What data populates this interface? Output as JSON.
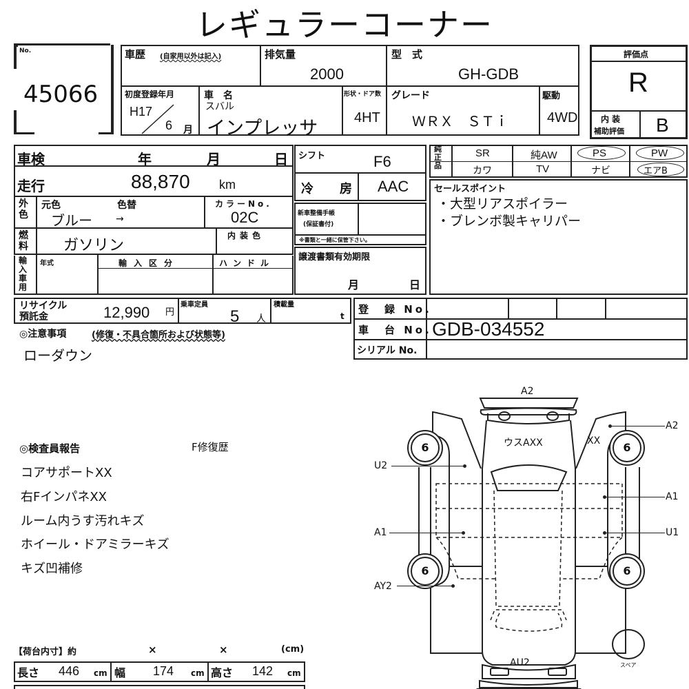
{
  "title": "レギュラーコーナー",
  "lot": {
    "label": "No.",
    "number": "45066"
  },
  "vehicle_history": {
    "label": "車歴",
    "note": "(自家用以外は記入)",
    "value": ""
  },
  "displacement": {
    "label": "排気量",
    "value": "2000"
  },
  "model_code": {
    "label": "型　式",
    "value": "GH-GDB"
  },
  "first_registration": {
    "label": "初度登録年月",
    "year": "H17",
    "month": "6",
    "month_unit": "月"
  },
  "car_name": {
    "label": "車　名",
    "maker": "スバル",
    "value": "インプレッサ"
  },
  "body_doors": {
    "label": "形状・ドア数",
    "value": "4HT"
  },
  "grade": {
    "label": "グレード",
    "value": "ＷＲＸ　ＳＴｉ"
  },
  "drive": {
    "label": "駆動",
    "value": "4WD"
  },
  "score": {
    "label": "評価点",
    "value": "R",
    "interior_label_1": "内 装",
    "interior_label_2": "補助評価",
    "interior_value": "B"
  },
  "inspection": {
    "label": "車検",
    "year_unit": "年",
    "month_unit": "月",
    "day_unit": "日"
  },
  "mileage": {
    "label": "走行",
    "value": "88,870",
    "unit": "km"
  },
  "exterior_color": {
    "side_label": "外色",
    "original_label": "元色",
    "changed_label": "色替",
    "original": "ブルー",
    "arrow": "→",
    "color_no_label": "カラーNo.",
    "color_no": "02C"
  },
  "fuel": {
    "side_label": "燃料",
    "value": "ガソリン",
    "interior_color_label": "内装色",
    "interior_color": ""
  },
  "import": {
    "side_label": "輸入車用",
    "year_label": "年式",
    "category_label": "輸入区分",
    "handle_label": "ハンドル"
  },
  "shift": {
    "label": "シフト",
    "value": "F6"
  },
  "aircon": {
    "label": "冷　房",
    "value": "AAC"
  },
  "service_book": {
    "label_1": "新車整備手帳",
    "label_2": "(保証書付)",
    "note": "※書類と一緒に保管下さい。"
  },
  "transfer_docs": {
    "label": "譲渡書類有効期限",
    "month_unit": "月",
    "day_unit": "日"
  },
  "genuine": {
    "side_label": "純正品",
    "row1": [
      "SR",
      "純AW",
      "PS",
      "PW"
    ],
    "row2": [
      "カワ",
      "TV",
      "ナビ",
      "エアB"
    ],
    "circled": [
      "PS",
      "PW",
      "エアB"
    ]
  },
  "sales_points": {
    "label": "セールスポイント",
    "items": [
      "・大型リアスポイラー",
      "・ブレンボ製キャリパー"
    ]
  },
  "recycle": {
    "label_1": "リサイクル",
    "label_2": "預託金",
    "value": "12,990",
    "unit": "円"
  },
  "capacity": {
    "label": "乗車定員",
    "value": "5",
    "unit": "人"
  },
  "load": {
    "label": "積載量",
    "value": "",
    "unit": "t"
  },
  "registration_no": {
    "label": "登　録 No."
  },
  "chassis_no": {
    "label": "車　台 No.",
    "value": "GDB-034552"
  },
  "serial_no": {
    "label": "シリアル No."
  },
  "caution": {
    "label": "◎注意事項",
    "note": "(修復・不具合箇所および状態等)",
    "value": "ローダウン"
  },
  "inspector_report": {
    "label": "◎検査員報告",
    "flag": "F修復歴",
    "lines": [
      "コアサポートXX",
      "右FインパネXX",
      "ルーム内うす汚れキズ",
      "ホイール・ドアミラーキズ",
      "キズ凹補修"
    ]
  },
  "cargo": {
    "label": "【荷台内寸】約",
    "times": "×",
    "unit_label": "(cm)",
    "length_label": "長さ",
    "length": "446",
    "width_label": "幅",
    "width": "174",
    "height_label": "高さ",
    "height": "142",
    "unit": "cm"
  },
  "damage_map": {
    "rear_top": "A2",
    "trunk": "ウスAXX",
    "right_front_near": "XX",
    "right_rear_quarter": "A2",
    "left_rear_quarter": "U2",
    "right_rear_door": "A1",
    "left_rear_door": "A1",
    "right_front_door": "U1",
    "left_front_fender": "AY2",
    "front_bumper": "AU2",
    "tire_rl": "6",
    "tire_rr": "6",
    "tire_fl": "6",
    "tire_fr": "6",
    "spare_label": "スペア"
  }
}
